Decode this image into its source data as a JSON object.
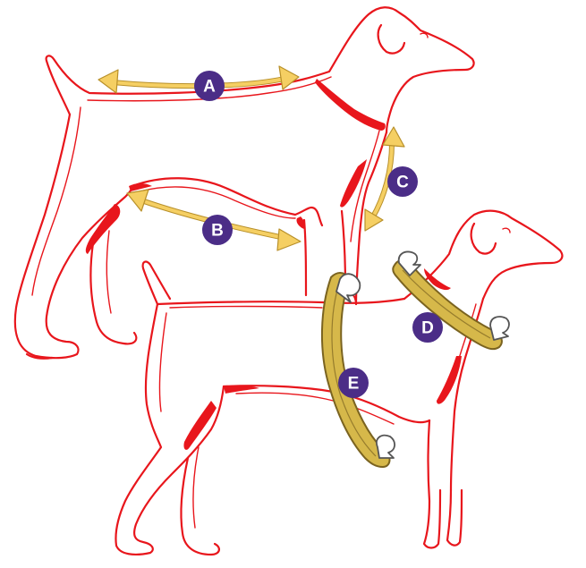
{
  "colors": {
    "outline": "#e8161c",
    "arrow": "#f5cf63",
    "arrow_edge": "#b8902a",
    "band": "#d6b84a",
    "band_edge": "#7a6320",
    "badge": "#4b2d87",
    "badge_text": "#ffffff"
  },
  "markers": {
    "a": "A",
    "b": "B",
    "c": "C",
    "d": "D",
    "e": "E"
  }
}
